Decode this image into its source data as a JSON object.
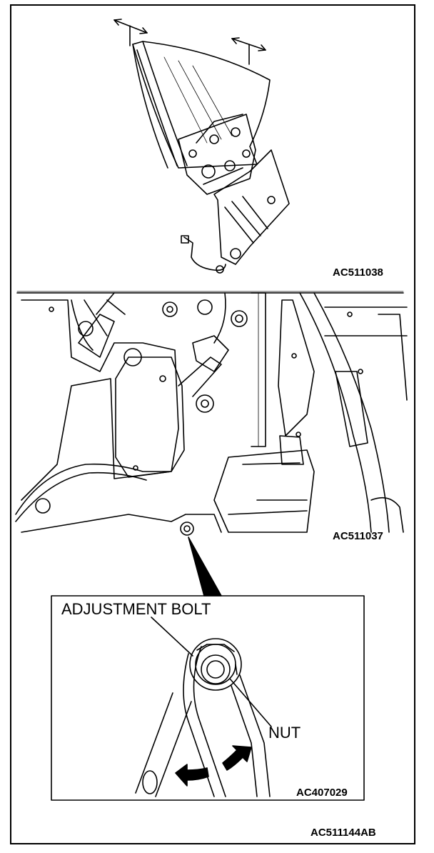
{
  "figure_top": {
    "code": "AC511038"
  },
  "figure_middle": {
    "code": "AC511037"
  },
  "figure_detail": {
    "code": "AC407029",
    "callouts": {
      "adjustment_bolt": "ADJUSTMENT BOLT",
      "nut": "NUT"
    }
  },
  "figure_overall": {
    "code": "AC511144AB"
  },
  "colors": {
    "line": "#000000",
    "background": "#ffffff"
  }
}
